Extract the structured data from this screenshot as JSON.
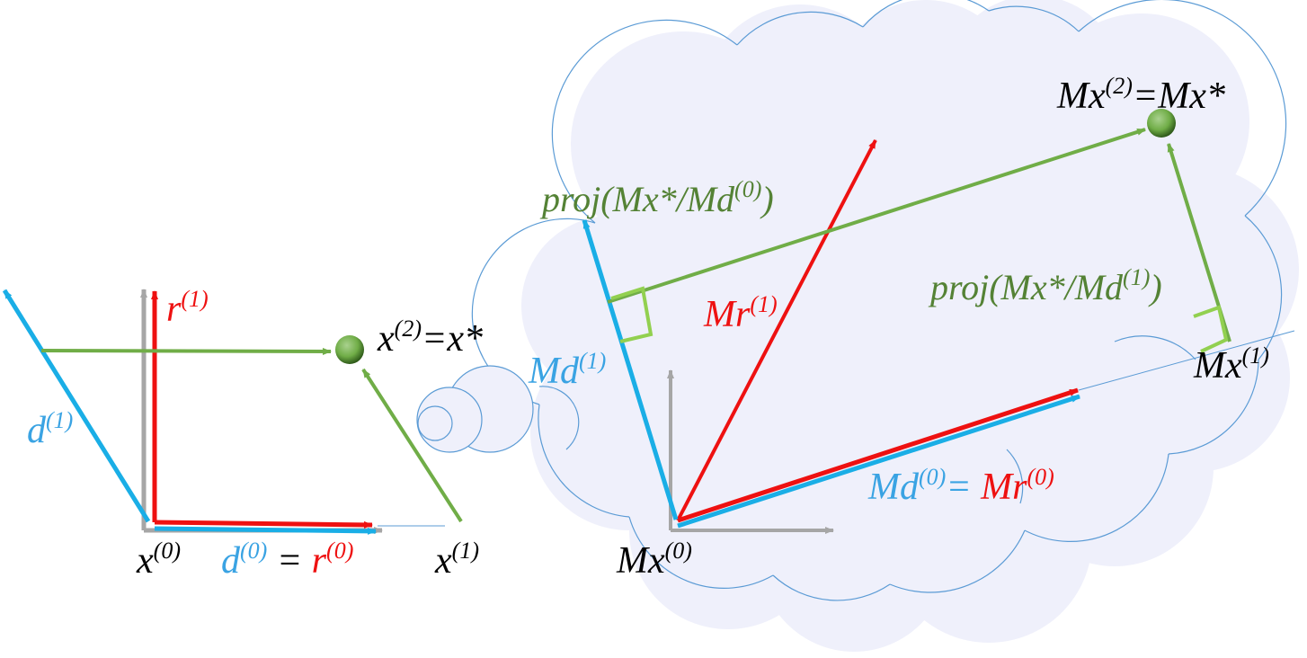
{
  "colors": {
    "red": "#ee1111",
    "blue": "#1aaee6",
    "label_blue": "#3aa3e3",
    "green": "#70ad47",
    "dark_green": "#548235",
    "light_green": "#92d050",
    "gray": "#a6a6a6",
    "cloud_fill": "#eff0fb",
    "cloud_stroke": "#5b9bd5",
    "black": "#000000"
  },
  "left_diagram": {
    "r1": {
      "base": "r",
      "sup": "(1)"
    },
    "d1": {
      "base": "d",
      "sup": "(1)"
    },
    "x0": {
      "base": "x",
      "sup": "(0)"
    },
    "x1": {
      "base": "x",
      "sup": "(1)"
    },
    "x2": {
      "base": "x",
      "sup": "(2)",
      "rest": "=x*"
    },
    "d0_eq_r0": {
      "d_base": "d",
      "d_sup": "(0)",
      "eq": " = ",
      "r_base": "r",
      "r_sup": "(0)"
    }
  },
  "right_diagram": {
    "proj0": {
      "pre": "proj(Mx*/Md",
      "sup": "(0)",
      "post": ")"
    },
    "proj1": {
      "pre": "proj(Mx*/Md",
      "sup": "(1)",
      "post": ")"
    },
    "Mr1": {
      "base": "Mr",
      "sup": "(1)"
    },
    "Md1": {
      "base": "Md",
      "sup": "(1)"
    },
    "Mx0": {
      "base": "Mx",
      "sup": "(0)"
    },
    "Mx1": {
      "base": "Mx",
      "sup": "(1)"
    },
    "Mx2": {
      "base": "Mx",
      "sup": "(2)",
      "rest": "=Mx*"
    },
    "Md0_eq_Mr0": {
      "d_base": "Md",
      "d_sup": "(0)",
      "eq": "= ",
      "r_base": "Mr",
      "r_sup": "(0)"
    }
  }
}
